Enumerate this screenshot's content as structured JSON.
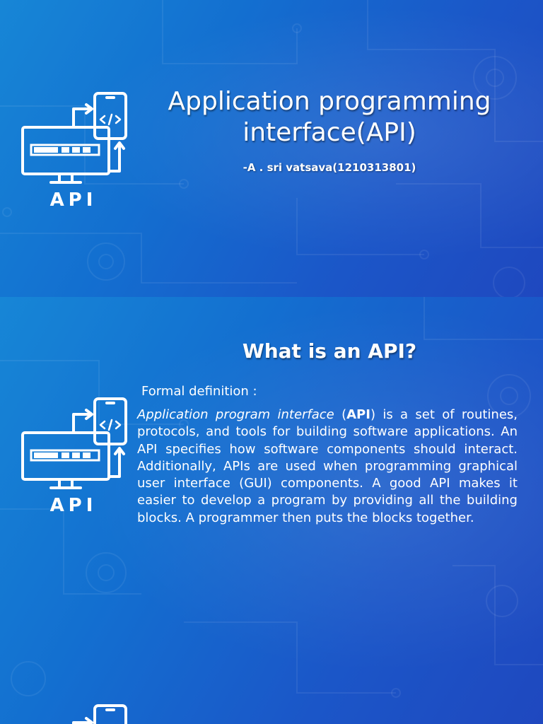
{
  "slide1": {
    "title_line1": "Application programming",
    "title_line2": "interface(API)",
    "author": "-A . sri vatsava(1210313801)",
    "icon": {
      "name": "api-devices-icon",
      "label": "API"
    }
  },
  "slide2": {
    "heading": "What is an API?",
    "definition_label": "Formal definition :",
    "body": {
      "term_italic": "Application program interface",
      "paren_open": " (",
      "abbr": "API",
      "rest": ") is a set of routines, protocols, and tools for building software applications. An API specifies how software components should interact. Additionally, APIs are used when programming graphical user interface (GUI) components. A good API makes it easier to develop a program by providing all the building blocks. A programmer then puts the blocks together."
    },
    "icon": {
      "name": "api-devices-icon",
      "label": "API"
    }
  },
  "slide3": {
    "icon": {
      "name": "api-devices-icon"
    }
  },
  "colors": {
    "background_start": "#1786d6",
    "background_end": "#1f48bf",
    "text": "#ffffff"
  }
}
